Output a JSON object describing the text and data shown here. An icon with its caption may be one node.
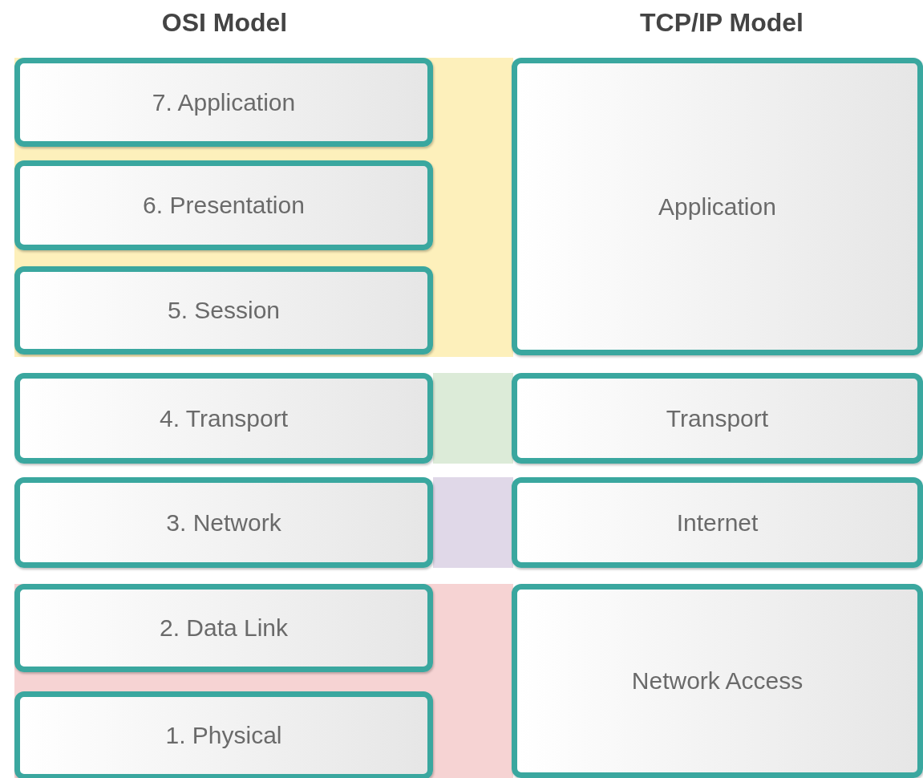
{
  "diagram": {
    "nodes": [
      {
        "text": [],
        "shape": "band"
      },
      {
        "text": [
          "7. Application"
        ],
        "in": 0
      },
      {
        "text": [
          "6. Presentation"
        ],
        "in": 0
      },
      {
        "text": [
          "5. Session"
        ],
        "in": 0
      },
      {
        "text": [
          "4. Transport"
        ]
      },
      {
        "text": [
          "3. Network"
        ]
      },
      {
        "text": [],
        "shape": "band"
      },
      {
        "text": [
          "2. Data Link"
        ],
        "in": 6
      },
      {
        "text": [
          "1. Physical"
        ],
        "in": 6
      },
      {
        "text": [
          "Application"
        ]
      },
      {
        "text": [
          "Transport"
        ]
      },
      {
        "text": [
          "Internet"
        ]
      },
      {
        "text": [
          "Network Access"
        ]
      },
      {
        "text": [],
        "shape": "band"
      },
      {
        "text": [],
        "shape": "band"
      }
    ],
    "labels": [
      "OSI Model",
      "TCP/IP Model"
    ]
  }
}
